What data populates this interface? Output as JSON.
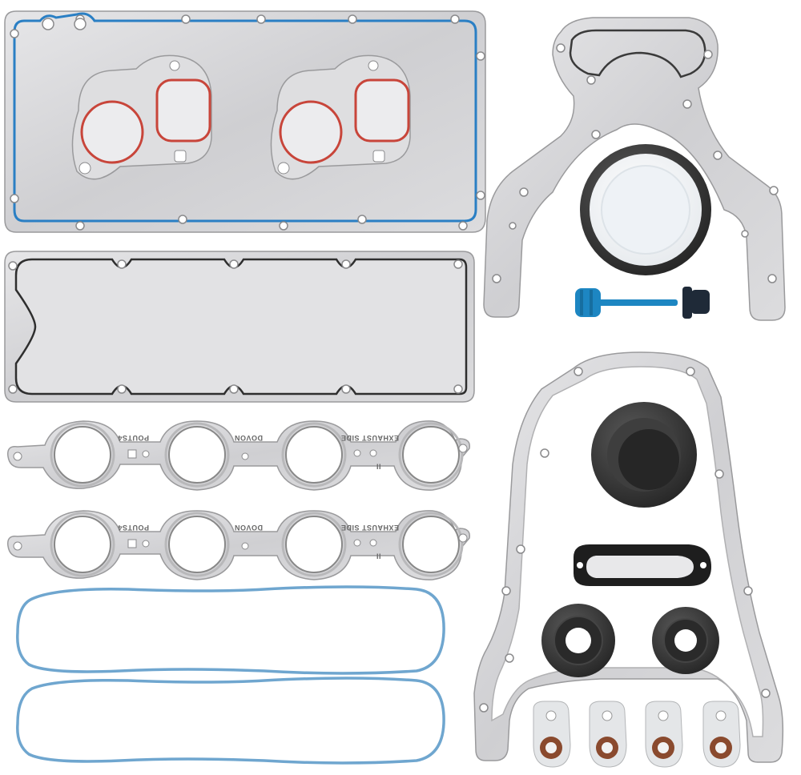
{
  "parts": {
    "manifold_gasket_stamps": {
      "port_label_a": "POUTS4",
      "port_label_b": "DOVON",
      "side_label": "EXHAUST SIDE",
      "mark": "II"
    }
  },
  "colors": {
    "steel": "#d4d4d6",
    "steel_edge": "#9a9a9c",
    "blue_bead": "#2a7fc4",
    "red_bead": "#c8453a",
    "black_bead": "#2e2e2e",
    "rubber_black": "#2b2b2b",
    "seal_white": "#f4f6f8",
    "plug_blue": "#1d86c2",
    "valve_cover_blue": "#6fa6cf",
    "copper": "#8a4a2e"
  }
}
